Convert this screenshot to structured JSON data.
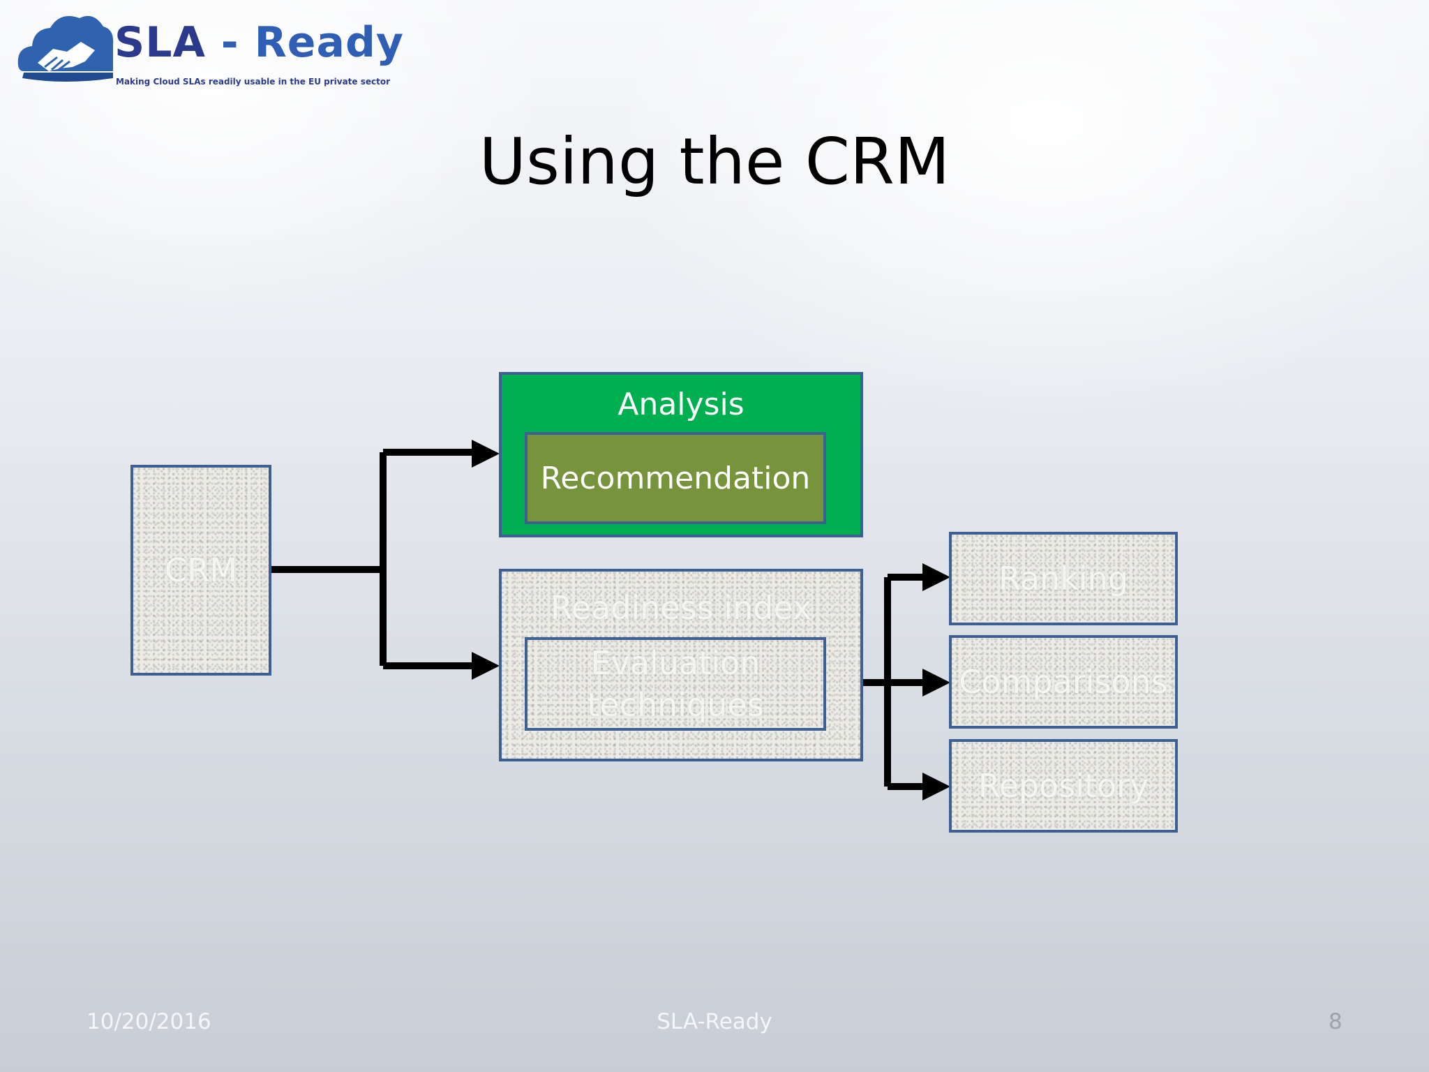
{
  "logo": {
    "title_part1": "SLA",
    "title_part2": " - Ready",
    "tagline": "Making Cloud SLAs readily usable in the EU private sector"
  },
  "title": "Using the CRM",
  "diagram": {
    "crm": "CRM",
    "analysis": "Analysis",
    "recommendation": "Recommendation",
    "readiness_index": "Readiness index",
    "evaluation_line1": "Evaluation",
    "evaluation_line2": "techniques",
    "ranking": "Ranking",
    "comparisons": "Comparisons",
    "repository": "Repository"
  },
  "footer": {
    "date": "10/20/2016",
    "center": "SLA-Ready",
    "page": "8"
  },
  "colors": {
    "analysis_fill": "#00b050",
    "recommendation_fill": "#77933c",
    "box_border": "#3e5f93"
  }
}
